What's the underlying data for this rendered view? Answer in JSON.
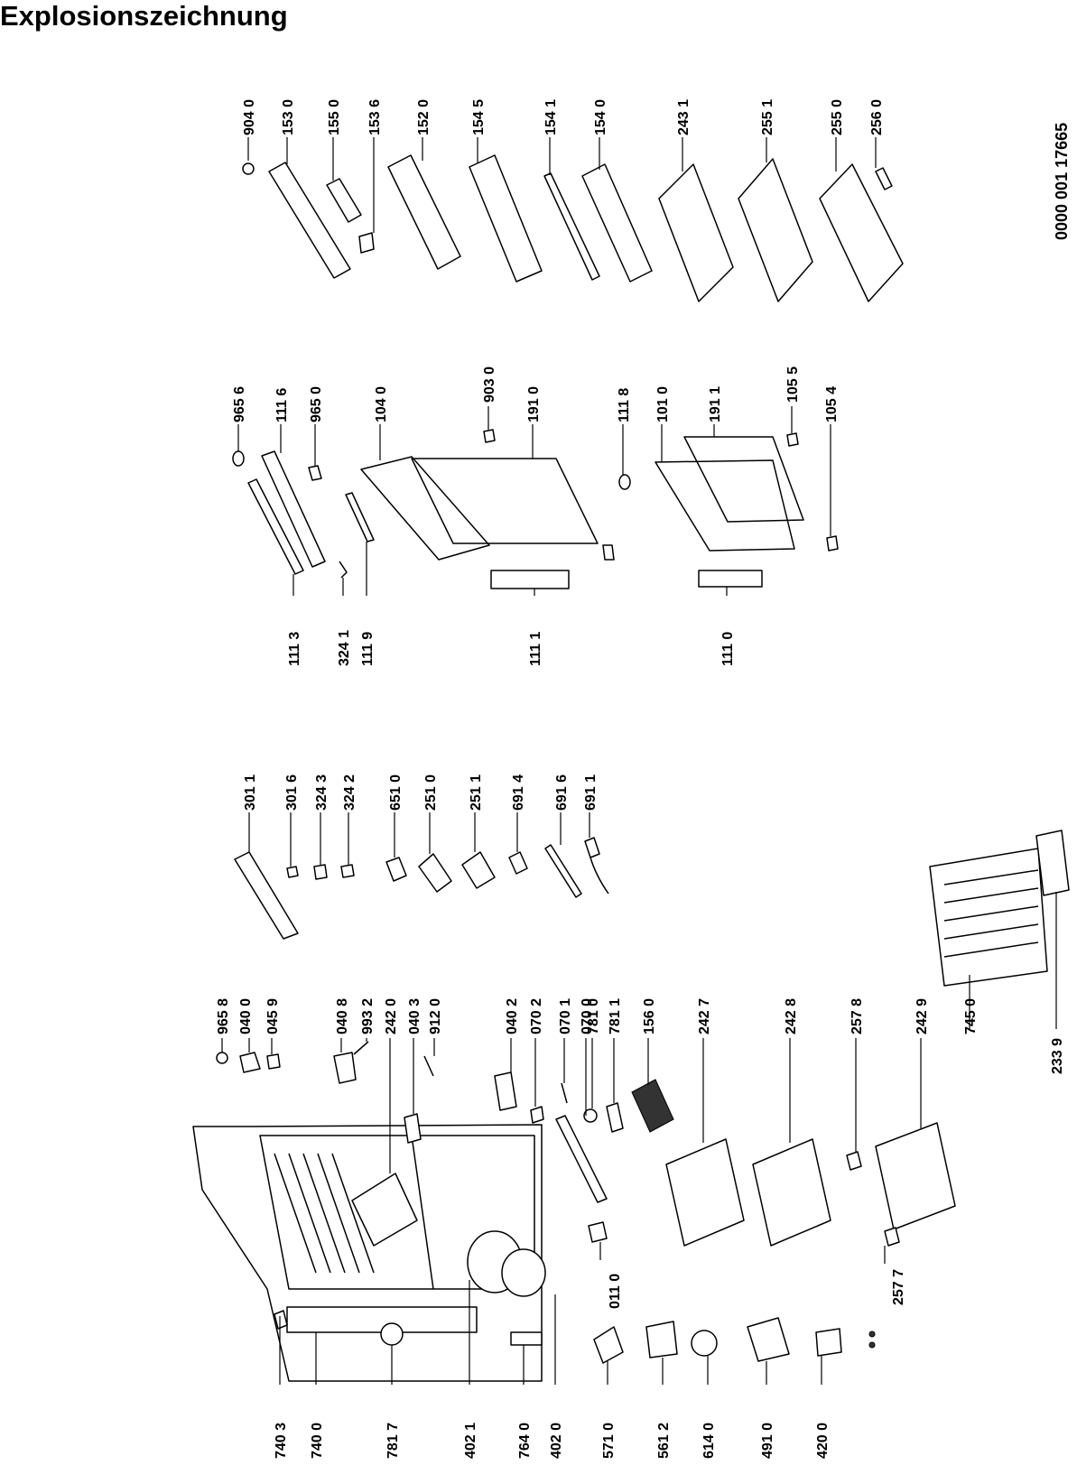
{
  "title": "Explosionszeichnung",
  "document_number": "0000 001 17665",
  "parts": [
    "904 0",
    "153 0",
    "155 0",
    "153 6",
    "152 0",
    "154 5",
    "154 1",
    "154 0",
    "243 1",
    "255 1",
    "255 0",
    "256 0",
    "965 6",
    "111 6",
    "965 0",
    "104 0",
    "903 0",
    "191 0",
    "111 8",
    "101 0",
    "191 1",
    "105 5",
    "105 4",
    "111 3",
    "324 1",
    "111 9",
    "111 1",
    "111 0",
    "301 1",
    "301 6",
    "324 3",
    "324 2",
    "651 0",
    "251 0",
    "251 1",
    "691 4",
    "691 6",
    "691 1",
    "965 8",
    "040 0",
    "045 9",
    "040 8",
    "993 2",
    "242 0",
    "040 3",
    "912 0",
    "040 2",
    "070 2",
    "070 1",
    "070 0",
    "781 0",
    "781 1",
    "156 0",
    "242 7",
    "242 8",
    "257 8",
    "242 9",
    "745 0",
    "233 9",
    "740 3",
    "740 0",
    "781 7",
    "402 1",
    "764 0",
    "402 0",
    "571 0",
    "561 2",
    "614 0",
    "491 0",
    "420 0",
    "011 0",
    "257 7"
  ]
}
